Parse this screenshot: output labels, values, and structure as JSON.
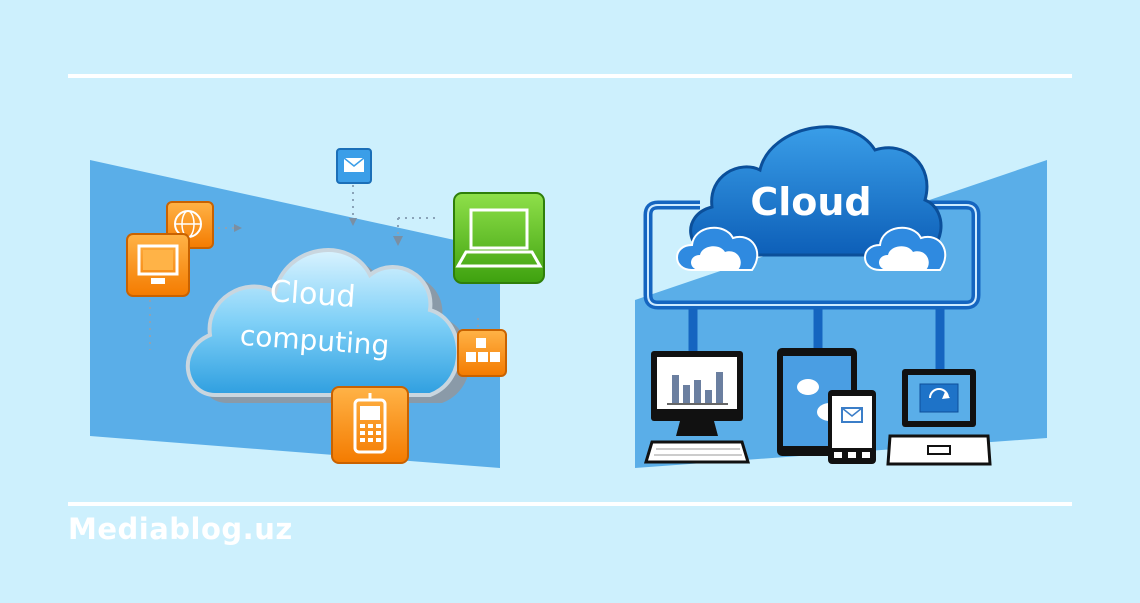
{
  "left_illustration": {
    "cloud_line1": "Cloud",
    "cloud_line2": "computing",
    "icons": [
      "mail-icon",
      "globe-icon",
      "monitor-icon",
      "laptop-icon",
      "blocks-icon",
      "phone-icon"
    ]
  },
  "right_illustration": {
    "cloud_label": "Cloud",
    "devices": [
      "desktop-icon",
      "tablet-icon",
      "phone-icon",
      "laptop-icon"
    ]
  },
  "footer": {
    "brand": "Mediablog.uz"
  },
  "colors": {
    "background": "#cdf0fd",
    "panel": "#5aaee8",
    "orange": "#f7931e",
    "green": "#5cc21e",
    "cloud_blue": "#1e73c8"
  }
}
